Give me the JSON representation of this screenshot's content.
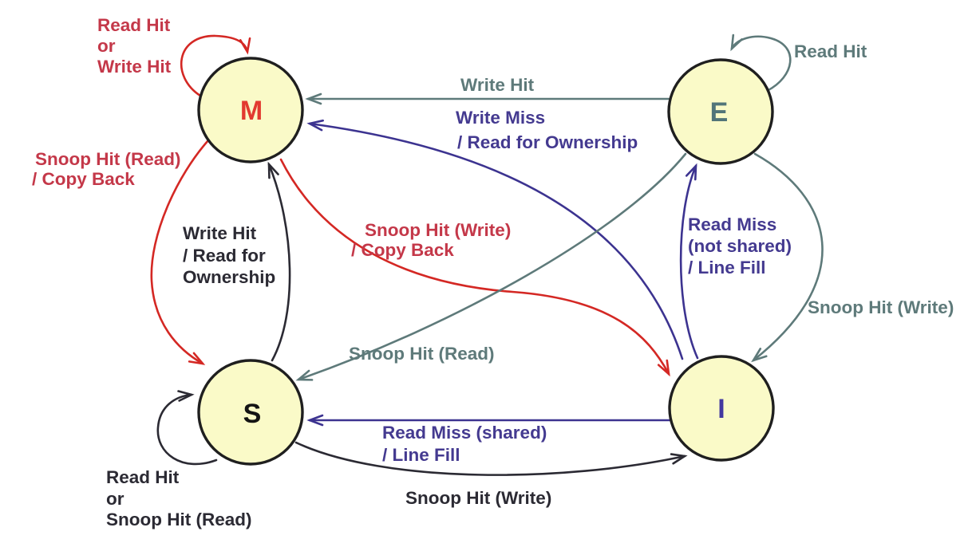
{
  "colors": {
    "background": "#FFFFFF",
    "node_fill": "#FAFAC8",
    "node_border": "#1F1F1F",
    "red_arrow": "#D42824",
    "red_text": "#C43849",
    "gray": "#5E7A7A",
    "purple_arrow": "#3C3390",
    "purple_text": "#443A90",
    "black": "#2B2A33",
    "m_letter": "#E23A30",
    "e_letter": "#527579",
    "s_letter": "#141414",
    "i_letter": "#4338A0"
  },
  "states": {
    "m": {
      "label": "M"
    },
    "e": {
      "label": "E"
    },
    "s": {
      "label": "S"
    },
    "i": {
      "label": "I"
    }
  },
  "transitions": {
    "m_self": {
      "from": "M",
      "to": "M",
      "event": "Read Hit or Write Hit",
      "lines": [
        "Read Hit",
        "or",
        "Write Hit"
      ]
    },
    "e_self": {
      "from": "E",
      "to": "E",
      "event": "Read Hit",
      "lines": [
        "Read Hit"
      ]
    },
    "e_to_m": {
      "from": "E",
      "to": "M",
      "event": "Write Hit",
      "lines": [
        "Write Hit"
      ]
    },
    "i_to_m": {
      "from": "I",
      "to": "M",
      "event": "Write Miss / Read for Ownership",
      "lines": [
        "Write Miss",
        "/ Read for Ownership"
      ]
    },
    "m_to_s": {
      "from": "M",
      "to": "S",
      "event": "Snoop Hit (Read) / Copy Back",
      "lines": [
        "Snoop Hit (Read)",
        "/ Copy Back"
      ]
    },
    "s_to_m": {
      "from": "S",
      "to": "M",
      "event": "Write Hit / Read for Ownership",
      "lines": [
        "Write Hit",
        "/ Read for",
        "Ownership"
      ]
    },
    "m_to_i": {
      "from": "M",
      "to": "I",
      "event": "Snoop Hit (Write) / Copy Back",
      "lines": [
        "Snoop Hit (Write)",
        "/ Copy Back"
      ]
    },
    "e_to_s": {
      "from": "E",
      "to": "S",
      "event": "Snoop Hit (Read)",
      "lines": [
        "Snoop Hit (Read)"
      ]
    },
    "i_to_e": {
      "from": "I",
      "to": "E",
      "event": "Read Miss (not shared) / Line Fill",
      "lines": [
        "Read Miss",
        "(not shared)",
        "/ Line Fill"
      ]
    },
    "e_to_i": {
      "from": "E",
      "to": "I",
      "event": "Snoop Hit (Write)",
      "lines": [
        "Snoop Hit (Write)"
      ]
    },
    "i_to_s": {
      "from": "I",
      "to": "S",
      "event": "Read Miss (shared) / Line Fill",
      "lines": [
        "Read Miss (shared)",
        "/ Line Fill"
      ]
    },
    "s_to_i": {
      "from": "S",
      "to": "I",
      "event": "Snoop Hit (Write)",
      "lines": [
        "Snoop Hit (Write)"
      ]
    },
    "s_self": {
      "from": "S",
      "to": "S",
      "event": "Read Hit or Snoop Hit (Read)",
      "lines": [
        "Read Hit",
        "or",
        "Snoop Hit (Read)"
      ]
    }
  }
}
